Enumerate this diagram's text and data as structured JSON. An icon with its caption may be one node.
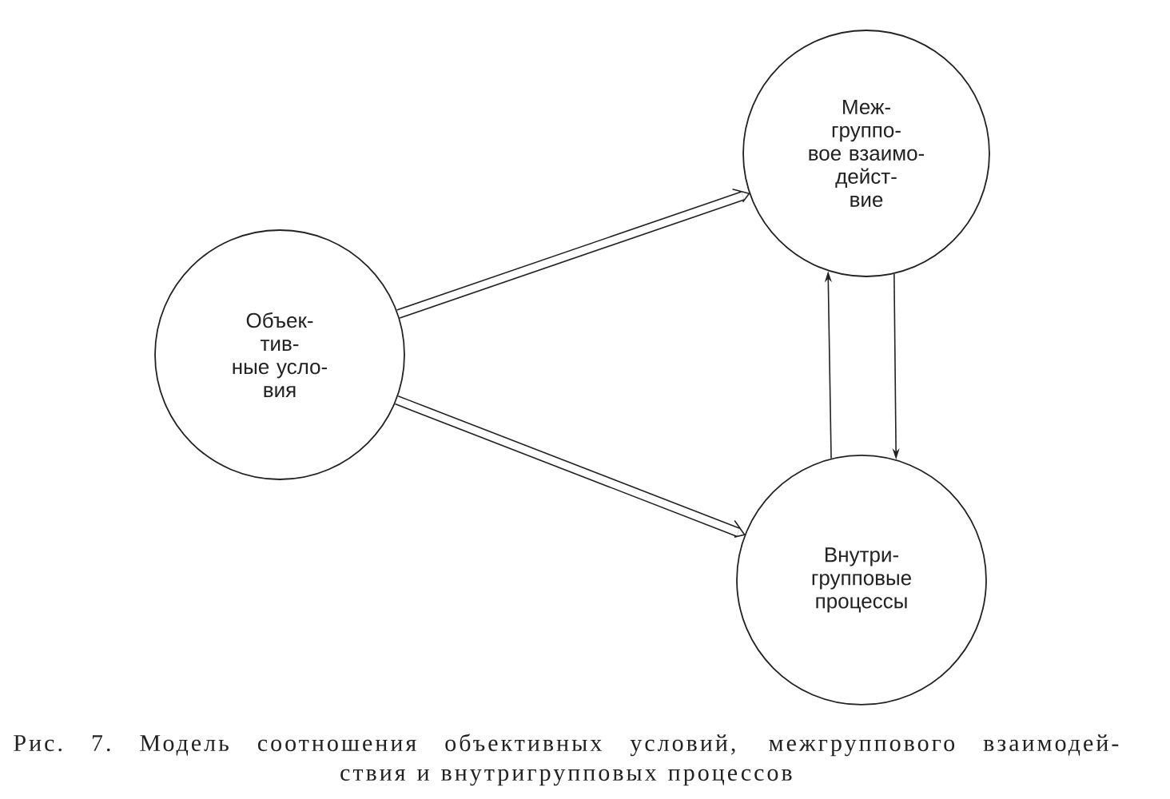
{
  "diagram": {
    "caption": "Рис. 7. Модель соотношения объективных условий, межгруппового взаимодей- ствия и внутригрупповых процессов",
    "nodes": [
      {
        "text": [
          "Объек- тив- ные усло- вия"
        ]
      },
      {
        "text": [
          "Меж- группо- вое взаимо- дейст- вие"
        ]
      },
      {
        "text": [
          "Внутри- групповые процессы"
        ]
      }
    ],
    "edges": [
      {
        "from": 0,
        "to": 1,
        "arrow": "to",
        "style": "thick"
      },
      {
        "from": 0,
        "to": 2,
        "arrow": "to",
        "style": "thick"
      },
      {
        "from": 2,
        "to": 1,
        "arrow": "to"
      },
      {
        "from": 1,
        "to": 2,
        "arrow": "to"
      }
    ]
  }
}
